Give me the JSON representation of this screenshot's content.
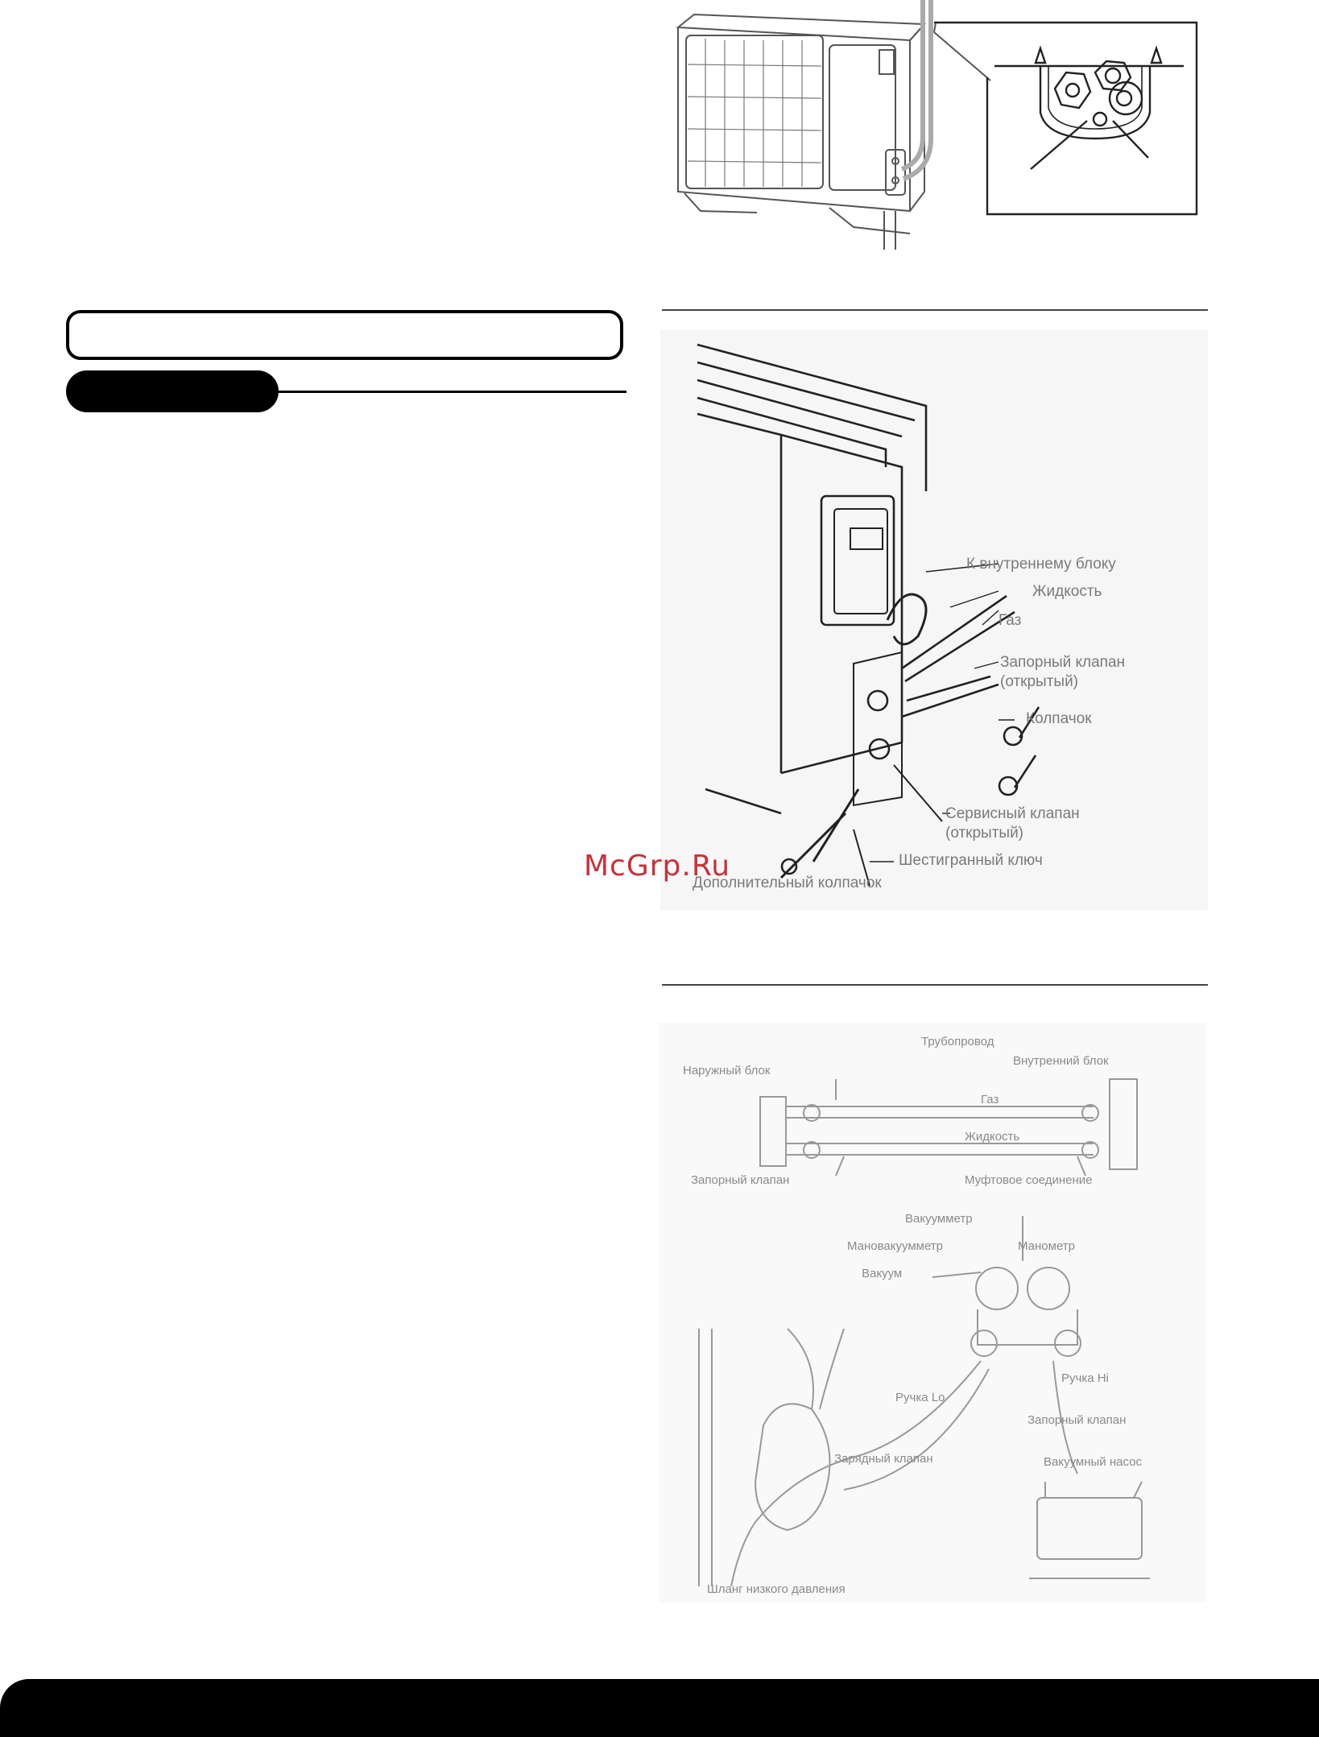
{
  "watermark": "McGrp.Ru",
  "fig2_labels": {
    "to_indoor": "К внутреннему блоку",
    "liquid": "Жидкость",
    "gas": "Газ",
    "shutoff_valve": "Запорный клапан",
    "shutoff_valve_state": "(открытый)",
    "cap": "Колпачок",
    "service_valve": "Сервисный клапан",
    "service_valve_state": "(открытый)",
    "hex_key": "Шестигранный ключ",
    "extra_cap": "Дополнительный колпачок"
  },
  "fig3_labels": {
    "outdoor": "Наружный блок",
    "piping": "Трубопровод",
    "indoor": "Внутренний блок",
    "gas": "Газ",
    "liquid": "Жидкость",
    "shutoff_valve": "Запорный клапан",
    "flare_connection": "Муфтовое соединение",
    "compound_gauge": "Вакуумметр",
    "manovacuummeter": "Мановакуумметр",
    "manometer": "Манометр",
    "vacuum_label": "Вакуум",
    "handle_lo": "Ручка Lo",
    "handle_hi": "Ручка Hi",
    "check_valve": "Запорный клапан",
    "vacuum_pump": "Вакуумный насос",
    "service_valve": "Зарядный клапан",
    "low_pressure_hose": "Шланг низкого давления"
  }
}
